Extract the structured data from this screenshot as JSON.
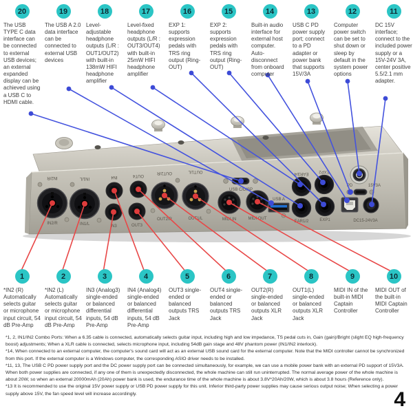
{
  "page": {
    "number": "4"
  },
  "colors": {
    "badge_teal": "#2bc5c5",
    "blue_callout_line": "#4453de",
    "red_callout_line": "#e84747",
    "body_text": "#3d3d3d",
    "device_metal": "#c8c5bb"
  },
  "top_callouts": [
    {
      "num": "20",
      "text": "The USB TYPE C data interface can be connected to external USB devices; an external expanded display can be achieved using a USB C to HDMI cable."
    },
    {
      "num": "19",
      "text": "The USB A 2.0 data interface can be connected to external USB devices"
    },
    {
      "num": "18",
      "text": "Level-adjustable headphone outputs (L/R : OUT1/OUT2) with built-in 138mW HIFI headphone amplifier"
    },
    {
      "num": "17",
      "text": "Level-fixed headphone outputs (L/R : OUT3/OUT4) with built-in 25mW HIFI headphone amplifier"
    },
    {
      "num": "16",
      "text": "EXP 1: supports expression pedals with TRS ring output (Ring-OUT)"
    },
    {
      "num": "15",
      "text": "EXP 2: supports expression pedals with TRS ring output (Ring-OUT)"
    },
    {
      "num": "14",
      "text": "Built-in audio interface for external host computer. Auto-disconnect from onboard computer"
    },
    {
      "num": "13",
      "text": "USB C PD power supply port; connect to a PD adapter or power bank that supports 15V/3A"
    },
    {
      "num": "12",
      "text": "Computer power switch can be set to shut down or sleep by default in the system power options"
    },
    {
      "num": "11",
      "text": "DC 15V interface; connect to the included power supply or a 15V-24V 3A, center positive 5.5/2.1 mm adapter."
    }
  ],
  "bottom_callouts": [
    {
      "num": "1",
      "text": "*IN2 (R) Automatically selects guitar or microphone input circuit, 54 dB Pre-Amp"
    },
    {
      "num": "2",
      "text": "*IN2 (L) Automatically selects guitar or microphone input circuit, 54 dB Pre-Amp"
    },
    {
      "num": "3",
      "text": "IN3 (Analog3) single-ended or balanced differential inputs, 54 dB Pre-Amp"
    },
    {
      "num": "4",
      "text": "IN4 (Analog4) single-ended or balanced differential inputs, 54 dB Pre-Amp"
    },
    {
      "num": "5",
      "text": "OUT3 single-ended or balanced outputs TRS Jack"
    },
    {
      "num": "6",
      "text": "OUT4 single-ended or balanced outputs TRS Jack"
    },
    {
      "num": "7",
      "text": "OUT2(R) single-ended or balanced outputs XLR Jack"
    },
    {
      "num": "8",
      "text": "OUT1(L) single-ended or balanced outputs XLR Jack"
    },
    {
      "num": "9",
      "text": "MIDI IN of the built-in MIDI Captain Controller"
    },
    {
      "num": "10",
      "text": "MIDI OUT of the built-in MIDI Captain Controller"
    }
  ],
  "device": {
    "ports": {
      "in2r": "IN2/R",
      "in1l": "IN1/L",
      "in3": "IN3",
      "in4": "IN4",
      "out3": "OUT3",
      "out4": "OUT4",
      "out2r": "OUT2/R",
      "out1l": "OUT1/L",
      "usb_c_disp": "USB C/DISP",
      "midi_in": "MIDI IN",
      "midi_out": "MIDI OUT",
      "usb_a": "USB A",
      "ear12": "EAR1/2",
      "ear34": "EAR3/4",
      "exp1": "EXP1",
      "exp2": "EXP2",
      "pd": "PD",
      "pd_rating": "15V3A",
      "dc": "DC15-24V3A"
    }
  },
  "footnotes": [
    "*1, 2, IN1/IN2 Combo Ports: When a 6.35 cable is connected, automatically selects guitar input, including high and low impedance, TS pedal cuts in, Gain (gain)/Bright (slight EQ high-frequency boost) adjustments; When a XLR cable is connected, selects microphone input, including 54dB gain stage and 48V phantom power (IN1/IN2 interlock).",
    "*14, When connected to an external computer, the computer's sound card will act as an external USB sound card for the external computer. Note that the MIDI controller cannot be synchronized from this port. If the external computer is a Windows computer, the corresponding ASIO driver needs to be installed.",
    "*11, 13, The USB C PD power supply port and the DC power supply port can be connected simultaneously, for example, we can use a mobile power bank with an external PD support of 15V3A. When both power supplies are connected, if any one of them is unexpectedly disconnected, the whole machine can still run uninterrupted. The normal average power of the whole machine is about 20W, so when an external 20000mAh (20Ah) power bank is used, the endurance time of the whole machine is about 3.8V*20Ah/20W, which is about 3.8 hours (Reference only).",
    "*13 It is recommended to use the original 15V power supply or USB PD power supply for this unit. Inferior third-party power supplies may cause serious output noise; When selecting a power supply above 15V, the fan speed level will increase accordingly."
  ]
}
